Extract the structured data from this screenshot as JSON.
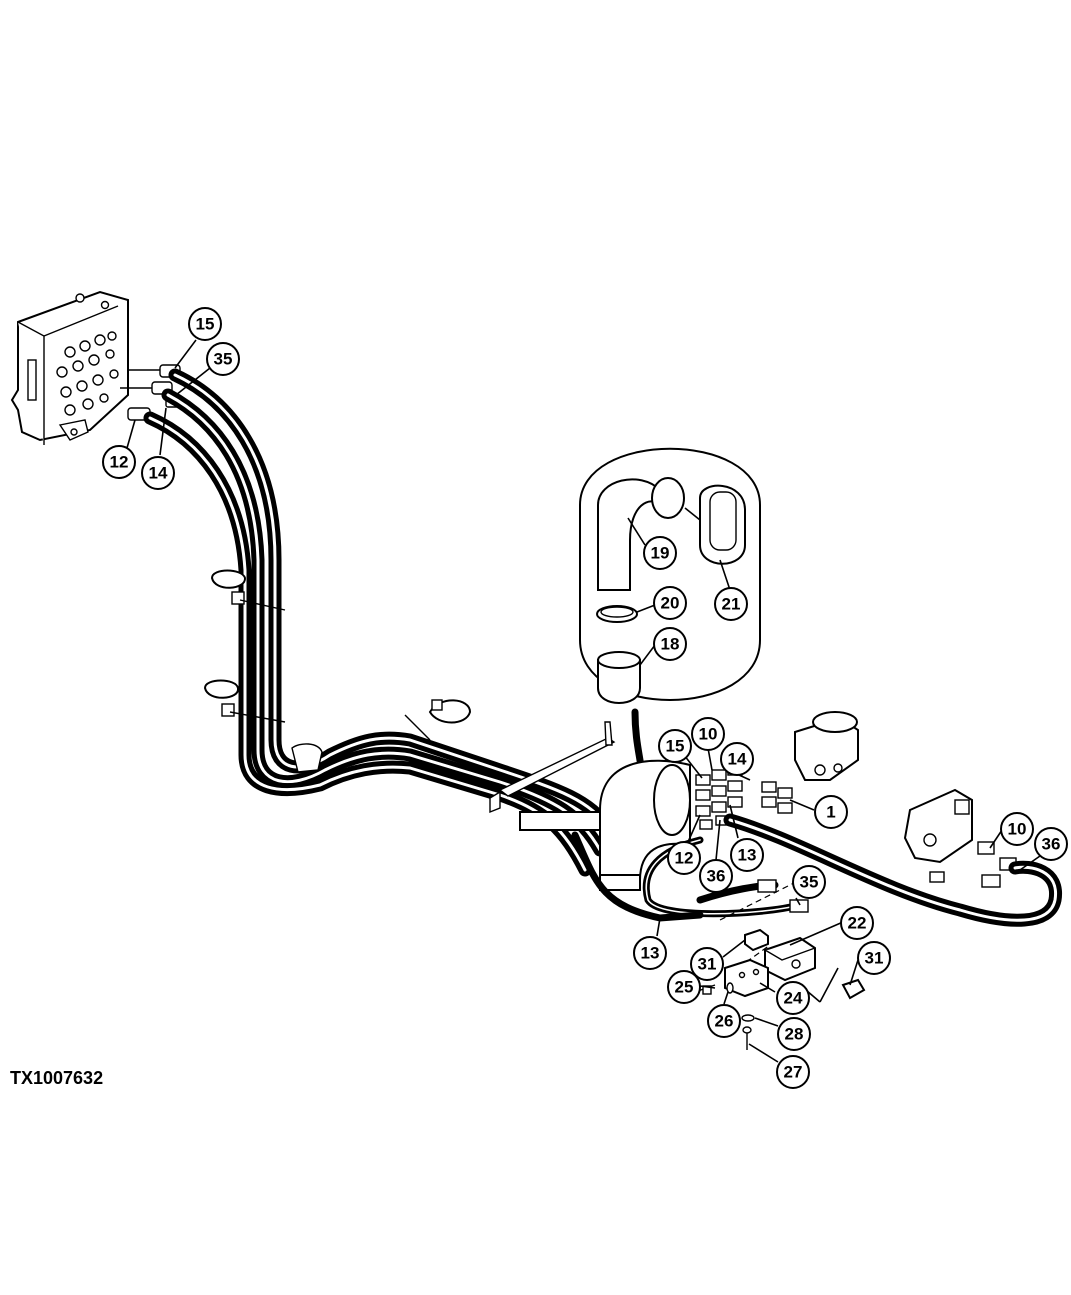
{
  "document_id": "TX1007632",
  "callouts": [
    {
      "id": "c15a",
      "label": "15"
    },
    {
      "id": "c35a",
      "label": "35"
    },
    {
      "id": "c12a",
      "label": "12"
    },
    {
      "id": "c14a",
      "label": "14"
    },
    {
      "id": "c19",
      "label": "19"
    },
    {
      "id": "c20",
      "label": "20"
    },
    {
      "id": "c18",
      "label": "18"
    },
    {
      "id": "c21",
      "label": "21"
    },
    {
      "id": "c15b",
      "label": "15"
    },
    {
      "id": "c10a",
      "label": "10"
    },
    {
      "id": "c14b",
      "label": "14"
    },
    {
      "id": "c1",
      "label": "1"
    },
    {
      "id": "c12b",
      "label": "12"
    },
    {
      "id": "c36a",
      "label": "36"
    },
    {
      "id": "c13a",
      "label": "13"
    },
    {
      "id": "c10b",
      "label": "10"
    },
    {
      "id": "c36b",
      "label": "36"
    },
    {
      "id": "c35b",
      "label": "35"
    },
    {
      "id": "c22",
      "label": "22"
    },
    {
      "id": "c13b",
      "label": "13"
    },
    {
      "id": "c31a",
      "label": "31"
    },
    {
      "id": "c31b",
      "label": "31"
    },
    {
      "id": "c25",
      "label": "25"
    },
    {
      "id": "c24",
      "label": "24"
    },
    {
      "id": "c26",
      "label": "26"
    },
    {
      "id": "c28",
      "label": "28"
    },
    {
      "id": "c27",
      "label": "27"
    }
  ]
}
